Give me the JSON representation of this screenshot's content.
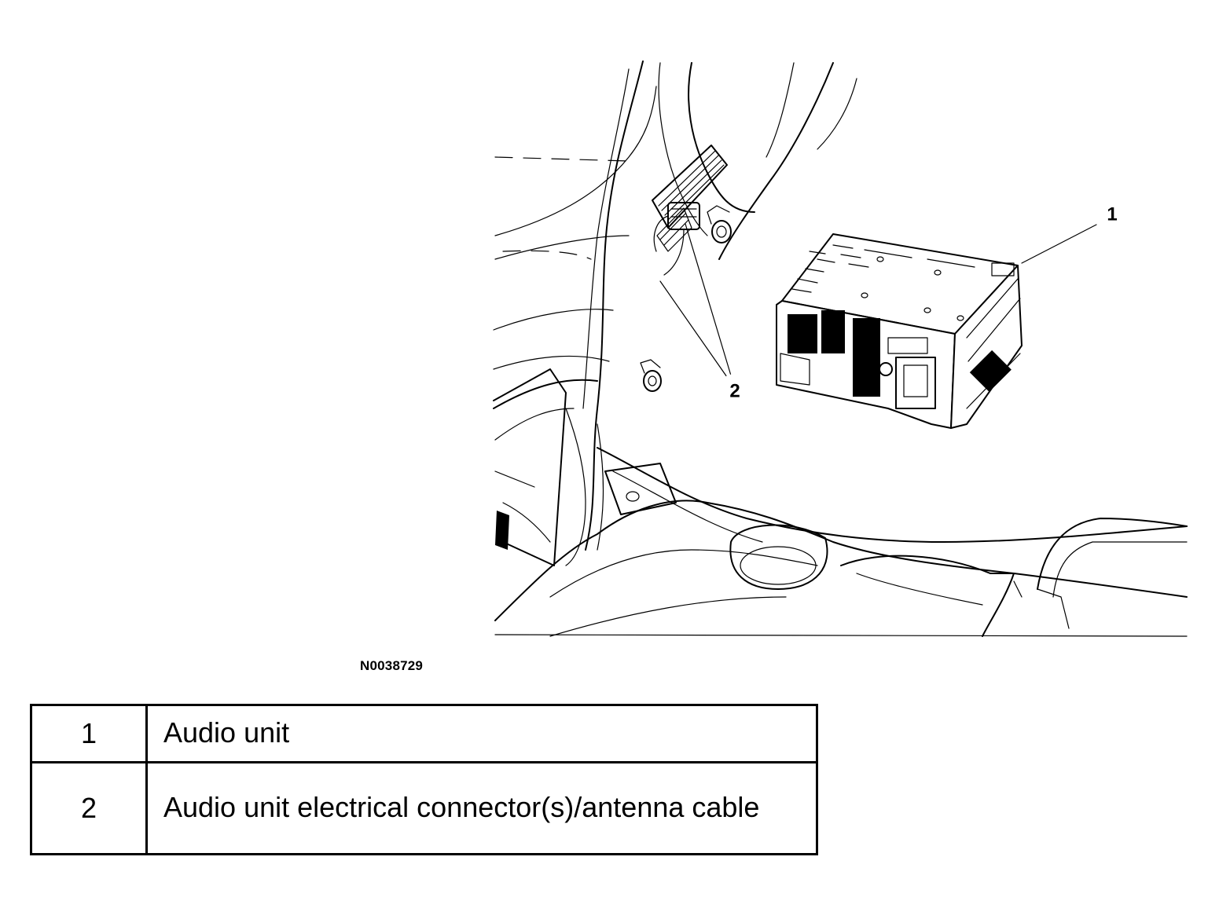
{
  "figure": {
    "id": "N0038729",
    "callouts": [
      {
        "label": "1"
      },
      {
        "label": "2"
      }
    ]
  },
  "legend": {
    "rows": [
      {
        "number": "1",
        "description": "Audio unit"
      },
      {
        "number": "2",
        "description": "Audio unit electrical connector(s)/antenna cable"
      }
    ]
  }
}
